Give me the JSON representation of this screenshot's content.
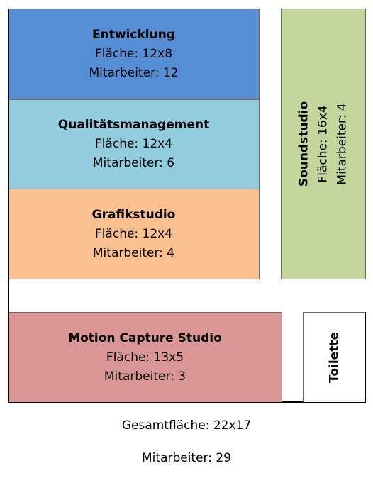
{
  "rooms": {
    "entwicklung": {
      "name": "Entwicklung",
      "area": "Fläche: 12x8",
      "staff": "Mitarbeiter: 12",
      "color": "#558ed5"
    },
    "qualitaet": {
      "name": "Qualitätsmanagement",
      "area": "Fläche: 12x4",
      "staff": "Mitarbeiter: 6",
      "color": "#93cddd"
    },
    "grafik": {
      "name": "Grafikstudio",
      "area": "Fläche: 12x4",
      "staff": "Mitarbeiter: 4",
      "color": "#fac090"
    },
    "sound": {
      "name": "Soundstudio",
      "area": "Fläche: 16x4",
      "staff": "Mitarbeiter: 4",
      "color": "#c3d69b"
    },
    "motion": {
      "name": "Motion Capture Studio",
      "area": "Fläche: 13x5",
      "staff": "Mitarbeiter: 3",
      "color": "#d99694"
    },
    "toilette": {
      "name": "Toilette",
      "color": "#ffffff"
    }
  },
  "summary": {
    "total_area": "Gesamtfläche: 22x17",
    "total_staff": "Mitarbeiter: 29"
  }
}
